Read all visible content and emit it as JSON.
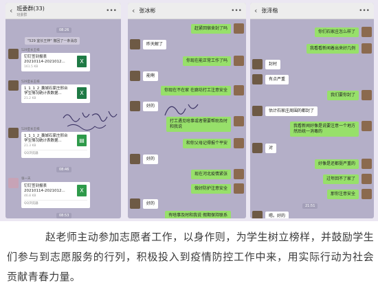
{
  "panel1": {
    "title": "班委群(33)",
    "subtitle": "班委群",
    "more": "•••",
    "times": [
      "08:26",
      "08:46",
      "08:53"
    ],
    "notice": "\"529 室长王梓\" 撤回了一条消息",
    "nicks": [
      "529室长王梓",
      "529室长王梓",
      "529室长王梓",
      "张一天"
    ],
    "files": [
      {
        "name": "钉钉签到报表\n20210114-2021012...",
        "size": "161.5 KB",
        "foot": ""
      },
      {
        "name": "1_1_1_2_藁城石家庄邢台\n学生情况统计表数据...",
        "size": "21.2 KB",
        "foot": ""
      },
      {
        "name": "1_1_1_2_藁城石家庄邢台\n学生情况统计表数据...",
        "size": "21.3 KB",
        "foot": "QQ浏览器"
      },
      {
        "name": "钉钉签到报表\n20210114-2021012...",
        "size": "46.8 KB",
        "foot": "QQ浏览器"
      }
    ]
  },
  "panel2": {
    "title": "张冰彬",
    "more": "•••",
    "messages": [
      {
        "text": "赶紧回宿舍封了吗",
        "side": "out"
      },
      {
        "text": "昨天解了",
        "side": "in"
      },
      {
        "text": "你现在能正常工作了吗",
        "side": "out"
      },
      {
        "text": "能啊",
        "side": "in"
      },
      {
        "text": "你现在不在家 在廊坊打工注意安全",
        "side": "out"
      },
      {
        "text": "好的",
        "side": "in"
      },
      {
        "text": "打工遇见啥事或者需要帮助及时\n和我说",
        "side": "out"
      },
      {
        "text": "和你父母记得报个平安",
        "side": "out"
      },
      {
        "text": "好的",
        "side": "in"
      },
      {
        "text": "现在河北疫情紧张",
        "side": "out"
      },
      {
        "text": "做好防护注意安全",
        "side": "out"
      },
      {
        "text": "好的",
        "side": "in"
      },
      {
        "text": "有啥事及时和我说 假期保持联系",
        "side": "out"
      }
    ]
  },
  "panel3": {
    "title": "张泽楷",
    "more": "•••",
    "time": "21:51",
    "messages": [
      {
        "text": "你们石家庄怎么样了",
        "side": "out"
      },
      {
        "text": "我看看新闻着出来好几例",
        "side": "out"
      },
      {
        "text": "封村",
        "side": "in"
      },
      {
        "text": "有点严重",
        "side": "in"
      },
      {
        "text": "我们要你封了",
        "side": "out"
      },
      {
        "text": "估计石家庄周围的都封了",
        "side": "in"
      },
      {
        "text": "我看新闻好像是说要注意一个地方\n然后统一消毒的",
        "side": "out"
      },
      {
        "text": "对",
        "side": "in"
      },
      {
        "text": "好像是还都挺严重的",
        "side": "out"
      },
      {
        "text": "过年回不了家了",
        "side": "out"
      },
      {
        "text": "那你注意安全",
        "side": "out"
      },
      {
        "text": "嗯。好的",
        "side": "in"
      }
    ]
  },
  "caption": "赵老师主动参加志愿者工作，以身作则，为学生树立榜样，并鼓励学生们参与到志愿服务的行列，积极投入到疫情防控工作中来，用实际行动为社会贡献青春力量。"
}
